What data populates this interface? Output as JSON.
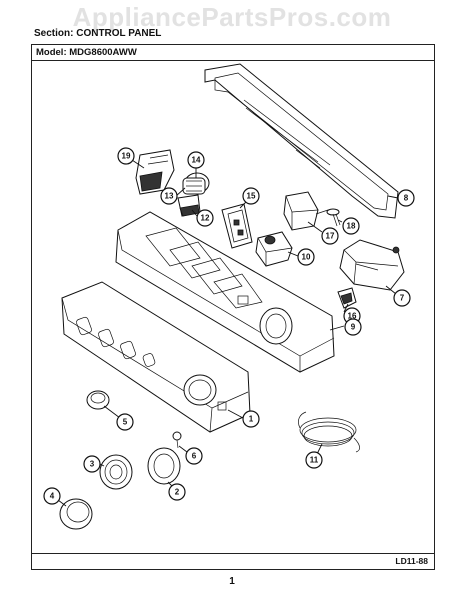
{
  "header": {
    "watermark": "AppliancePartsPros.com",
    "section": "Section:  CONTROL PANEL",
    "model": "Model:  MDG8600AWW"
  },
  "footer": {
    "diagram_code": "LD11-88",
    "page_number": "1"
  },
  "callouts": [
    "19",
    "14",
    "13",
    "12",
    "15",
    "17",
    "18",
    "8",
    "10",
    "7",
    "16",
    "9",
    "1",
    "5",
    "6",
    "3",
    "2",
    "4",
    "11"
  ]
}
